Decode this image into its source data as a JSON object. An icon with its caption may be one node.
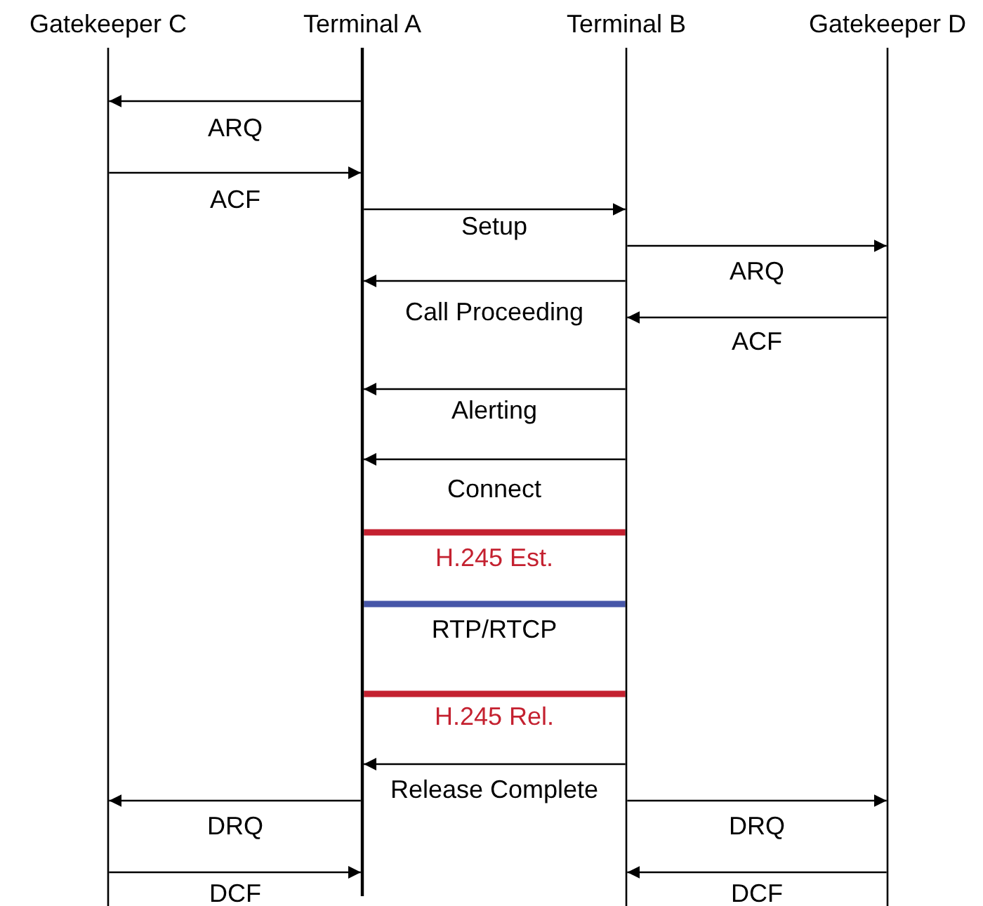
{
  "diagram": {
    "nodes": [
      {
        "text": [
          "Gatekeeper C"
        ]
      },
      {
        "text": [
          "Terminal A"
        ]
      },
      {
        "text": [
          "Terminal B"
        ]
      },
      {
        "text": [
          "Gatekeeper D"
        ]
      }
    ],
    "edges": [
      {
        "from": 1,
        "to": 0,
        "arrow": "to",
        "label": "ARQ"
      },
      {
        "from": 0,
        "to": 1,
        "arrow": "to",
        "label": "ACF"
      },
      {
        "from": 1,
        "to": 2,
        "arrow": "to",
        "label": "Setup"
      },
      {
        "from": 2,
        "to": 3,
        "arrow": "to",
        "label": "ARQ"
      },
      {
        "from": 2,
        "to": 1,
        "arrow": "to",
        "label": "Call Proceeding"
      },
      {
        "from": 3,
        "to": 2,
        "arrow": "to",
        "label": "ACF"
      },
      {
        "from": 2,
        "to": 1,
        "arrow": "to",
        "label": "Alerting"
      },
      {
        "from": 2,
        "to": 1,
        "arrow": "to",
        "label": "Connect"
      },
      {
        "from": 1,
        "to": 2,
        "arrow": "none",
        "label": "H.245 Est.",
        "style": "thick",
        "color": "#c42130"
      },
      {
        "from": 1,
        "to": 2,
        "arrow": "none",
        "label": "RTP/RTCP",
        "style": "thick",
        "color": "#4656a8"
      },
      {
        "from": 1,
        "to": 2,
        "arrow": "none",
        "label": "H.245 Rel.",
        "style": "thick",
        "color": "#c42130"
      },
      {
        "from": 2,
        "to": 1,
        "arrow": "to",
        "label": "Release Complete"
      },
      {
        "from": 1,
        "to": 0,
        "arrow": "to",
        "label": "DRQ"
      },
      {
        "from": 2,
        "to": 3,
        "arrow": "to",
        "label": "DRQ"
      },
      {
        "from": 0,
        "to": 1,
        "arrow": "to",
        "label": "DCF"
      },
      {
        "from": 3,
        "to": 2,
        "arrow": "to",
        "label": "DCF"
      }
    ]
  }
}
